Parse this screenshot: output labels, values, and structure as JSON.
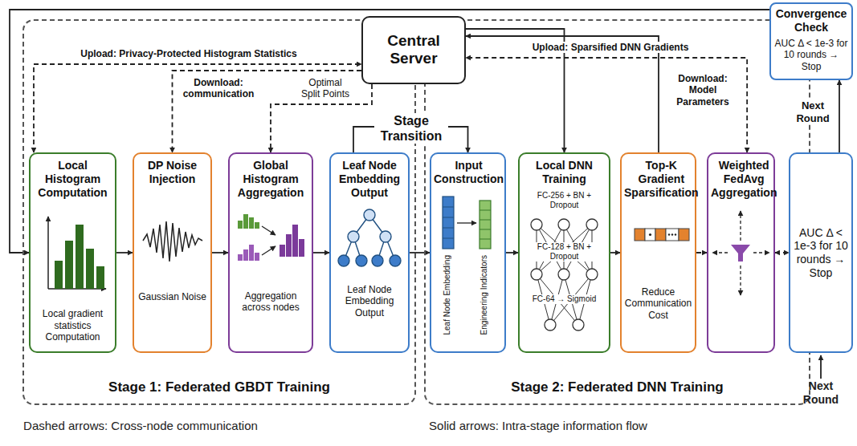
{
  "diagram": {
    "nodes": [
      {
        "text": [
          "Stage 1: Federated GBDT Training"
        ]
      },
      {
        "text": [
          "Stage 2: Federated DNN Training"
        ]
      },
      {
        "text": [
          "Central Server"
        ]
      },
      {
        "text": [
          "Convergence Check",
          "AUC Δ < 1e-3 for 10 rounds → Stop"
        ]
      },
      {
        "text": [
          "Local Histogram Computation",
          "Local gradient statistics Computation"
        ],
        "in": 0
      },
      {
        "text": [
          "DP Noise Injection",
          "Gaussian Noise"
        ],
        "in": 0
      },
      {
        "text": [
          "Global Histogram Aggregation",
          "Aggregation across nodes"
        ],
        "in": 0
      },
      {
        "text": [
          "Leaf Node Embedding Output",
          "Leaf Node Embedding Output"
        ],
        "in": 0
      },
      {
        "text": [
          "Input Construction",
          "Leaf Node Embedding",
          "Engineering Indicators"
        ],
        "in": 1
      },
      {
        "text": [
          "Local DNN Training",
          "FC-256 + BN + Dropout",
          "FC-128 + BN + Dropout",
          "FC-64 → Sigmoid"
        ],
        "in": 1
      },
      {
        "text": [
          "Top-K Gradient Sparsification",
          "Reduce Communication Cost"
        ],
        "in": 1
      },
      {
        "text": [
          "Weighted FedAvg Aggregation"
        ],
        "in": 1
      },
      {
        "text": [
          "AUC Δ < 1e-3 for 10 rounds → Stop"
        ]
      }
    ],
    "edges": [
      {
        "from": 4,
        "to": 5,
        "arrow": "to"
      },
      {
        "from": 5,
        "to": 6,
        "arrow": "to"
      },
      {
        "from": 6,
        "to": 7,
        "arrow": "to"
      },
      {
        "from": 7,
        "to": 8,
        "arrow": "to"
      },
      {
        "from": 7,
        "to": 8,
        "label": "Stage Transition",
        "arrow": "to"
      },
      {
        "from": 8,
        "to": 9,
        "arrow": "to"
      },
      {
        "from": 9,
        "to": 10,
        "arrow": "to"
      },
      {
        "from": 10,
        "to": 11,
        "arrow": "to"
      },
      {
        "from": 11,
        "to": 12,
        "arrow": "both"
      },
      {
        "from": 4,
        "to": 2,
        "label": "Upload: Privacy-Protected Histogram Statistics",
        "arrow": "both"
      },
      {
        "from": 2,
        "to": 5,
        "label": "Download: communication",
        "arrow": "to"
      },
      {
        "from": 2,
        "to": 6,
        "label": "Optimal Split Points",
        "arrow": "to"
      },
      {
        "from": 11,
        "to": 2,
        "label": "Upload: Sparsified DNN Gradients",
        "arrow": "both"
      },
      {
        "from": 2,
        "to": 9,
        "label": "Download: Model Parameters",
        "arrow": "to"
      },
      {
        "from": 10,
        "to": 2,
        "arrow": "to"
      },
      {
        "from": 12,
        "to": 3,
        "label": "Next Round",
        "arrow": "to"
      },
      {
        "from": 3,
        "to": 4,
        "arrow": "to"
      }
    ],
    "labels": [
      "Next Round"
    ],
    "legend": [
      {
        "text": "Dashed arrows: Cross-node communication"
      },
      {
        "text": "Solid arrows: Intra-stage information flow"
      }
    ]
  }
}
